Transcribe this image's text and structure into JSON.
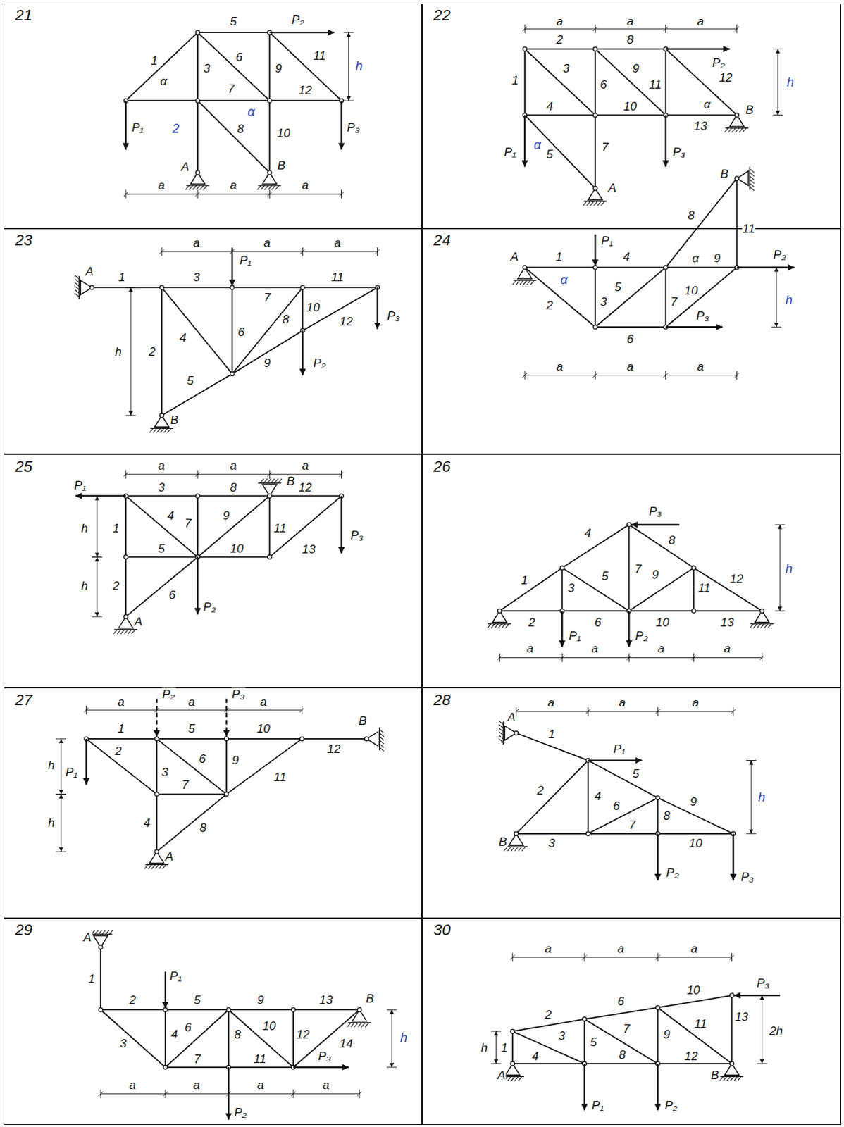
{
  "diagram": {
    "nodes": [
      {
        "text": [
          "21",
          "1",
          "5",
          "P₂",
          "6",
          "3",
          "9",
          "11",
          "h",
          "α",
          "7",
          "12",
          "8",
          "10",
          "P₁",
          "P₃",
          "A",
          "B",
          "a",
          "a",
          "a",
          "2",
          "α"
        ]
      },
      {
        "text": [
          "22",
          "a",
          "a",
          "a",
          "2",
          "8",
          "1",
          "3",
          "9",
          "P₂",
          "6",
          "11",
          "α",
          "12",
          "h",
          "4",
          "10",
          "13",
          "B",
          "α",
          "5",
          "7",
          "P₁",
          "P₃",
          "A"
        ]
      },
      {
        "text": [
          "23",
          "A",
          "a",
          "P₁",
          "a",
          "a",
          "1",
          "3",
          "11",
          "7",
          "4",
          "6",
          "10",
          "8",
          "P₃",
          "h",
          "12",
          "2",
          "5",
          "9",
          "P₂",
          "B"
        ]
      },
      {
        "text": [
          "24",
          "B",
          "8",
          "11",
          "P₁",
          "1",
          "4",
          "α",
          "9",
          "P₂",
          "A",
          "α",
          "2",
          "3",
          "5",
          "7",
          "10",
          "h",
          "6",
          "P₃",
          "a",
          "a",
          "a"
        ]
      },
      {
        "text": [
          "25",
          "a",
          "a",
          "a",
          "B",
          "P₁",
          "3",
          "8",
          "12",
          "h",
          "1",
          "4",
          "7",
          "9",
          "11",
          "13",
          "P₃",
          "5",
          "10",
          "h",
          "2",
          "6",
          "P₂",
          "A"
        ]
      },
      {
        "text": [
          "26",
          "P₃",
          "4",
          "7",
          "8",
          "h",
          "1",
          "3",
          "5",
          "9",
          "11",
          "12",
          "2",
          "P₁",
          "6",
          "P₂",
          "10",
          "13",
          "a",
          "a",
          "a",
          "a"
        ]
      },
      {
        "text": [
          "27",
          "P₂",
          "P₃",
          "a",
          "a",
          "a",
          "B",
          "1",
          "5",
          "10",
          "h",
          "P₁",
          "2",
          "3",
          "6",
          "9",
          "7",
          "12",
          "11",
          "h",
          "4",
          "8",
          "A"
        ]
      },
      {
        "text": [
          "28",
          "a",
          "a",
          "a",
          "A",
          "1",
          "P₁",
          "5",
          "2",
          "4",
          "h",
          "9",
          "6",
          "8",
          "7",
          "B",
          "3",
          "10",
          "P₂",
          "P₃"
        ]
      },
      {
        "text": [
          "29",
          "A",
          "P₁",
          "1",
          "2",
          "5",
          "9",
          "13",
          "B",
          "3",
          "4",
          "6",
          "8",
          "10",
          "12",
          "14",
          "h",
          "7",
          "11",
          "P₃",
          "a",
          "a",
          "a",
          "a",
          "P₂"
        ]
      },
      {
        "text": [
          "30",
          "a",
          "a",
          "a",
          "10",
          "P₃",
          "6",
          "2",
          "13",
          "11",
          "2h",
          "h",
          "1",
          "3",
          "5",
          "7",
          "9",
          "4",
          "8",
          "12",
          "A",
          "B",
          "P₁",
          "P₂"
        ]
      }
    ]
  }
}
